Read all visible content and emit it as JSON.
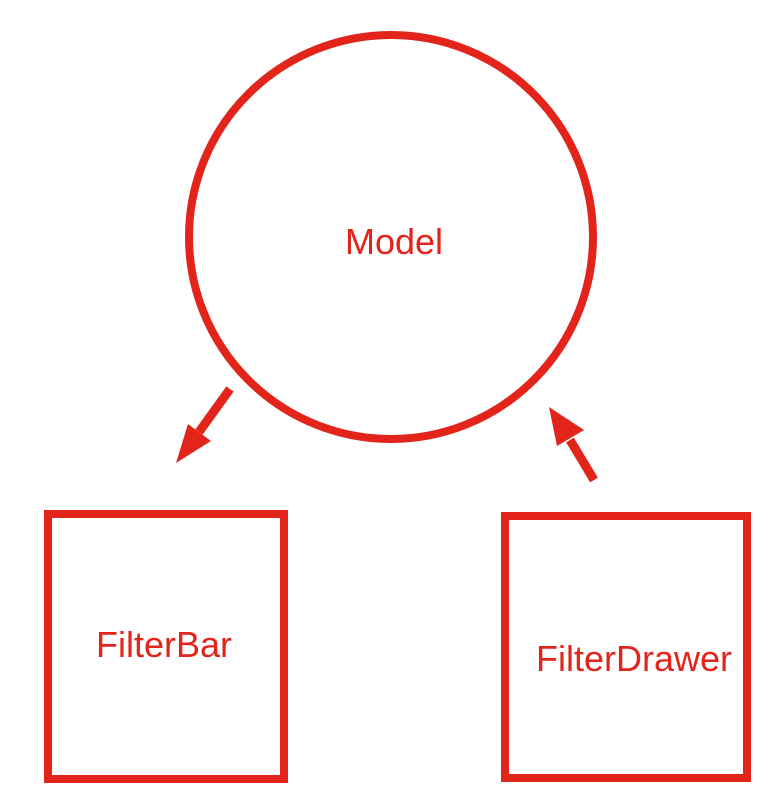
{
  "diagram": {
    "colors": {
      "stroke": "#e2241a",
      "text": "#e2241a",
      "background": "#ffffff"
    },
    "nodes": {
      "model": {
        "label": "Model",
        "shape": "circle"
      },
      "filter_bar": {
        "label": "FilterBar",
        "shape": "rectangle"
      },
      "filter_drawer": {
        "label": "FilterDrawer",
        "shape": "rectangle"
      }
    },
    "edges": [
      {
        "from": "model",
        "to": "filter_bar"
      },
      {
        "from": "filter_drawer",
        "to": "model"
      }
    ]
  }
}
